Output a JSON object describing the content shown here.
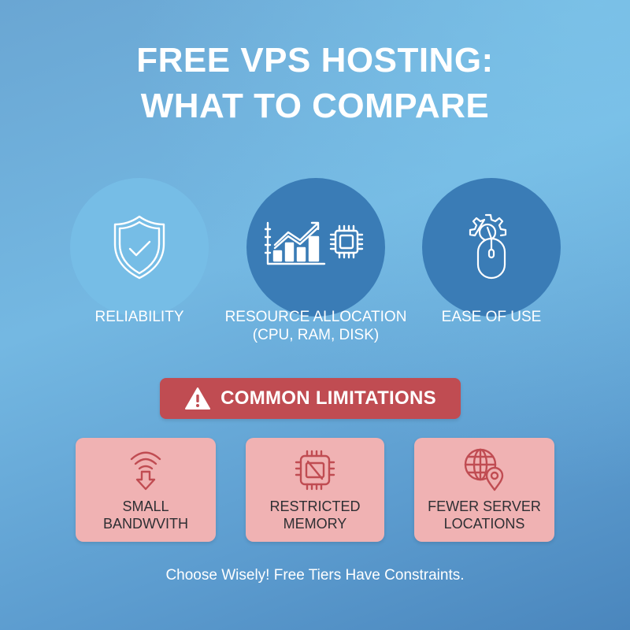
{
  "title": {
    "line1": "FREE VPS HOSTING:",
    "line2": "WHAT TO COMPARE"
  },
  "features": [
    {
      "icon": "shield-check-icon",
      "label_line1": "RELIABILITY",
      "label_line2": ""
    },
    {
      "icon": "bar-chart-cpu-icon",
      "label_line1": "RESOURCE ALLOCATION",
      "label_line2": "(CPU, RAM, DISK)"
    },
    {
      "icon": "gear-mouse-icon",
      "label_line1": "EASE OF USE",
      "label_line2": ""
    }
  ],
  "limitations_banner": {
    "icon": "warning-triangle-icon",
    "label": "COMMON LIMITATIONS"
  },
  "limitations": [
    {
      "icon": "wifi-download-icon",
      "label_line1": "SMALL",
      "label_line2": "BANDWVITH"
    },
    {
      "icon": "chip-restricted-icon",
      "label_line1": "RESTRICTED",
      "label_line2": "MEMORY"
    },
    {
      "icon": "globe-location-icon",
      "label_line1": "FEWER SERVER",
      "label_line2": "LOCATIONS"
    }
  ],
  "footer": {
    "text": "Choose Wisely! Free Tiers Have Constraints."
  },
  "colors": {
    "background_top": "#74b8e2",
    "background_bottom": "#4a86bd",
    "circle_light": "#76bde6",
    "circle_dark": "#3a7cb6",
    "banner": "#c04c52",
    "card": "#f0b2b3",
    "card_icon": "#c04c52",
    "card_text": "#2e2f33"
  }
}
